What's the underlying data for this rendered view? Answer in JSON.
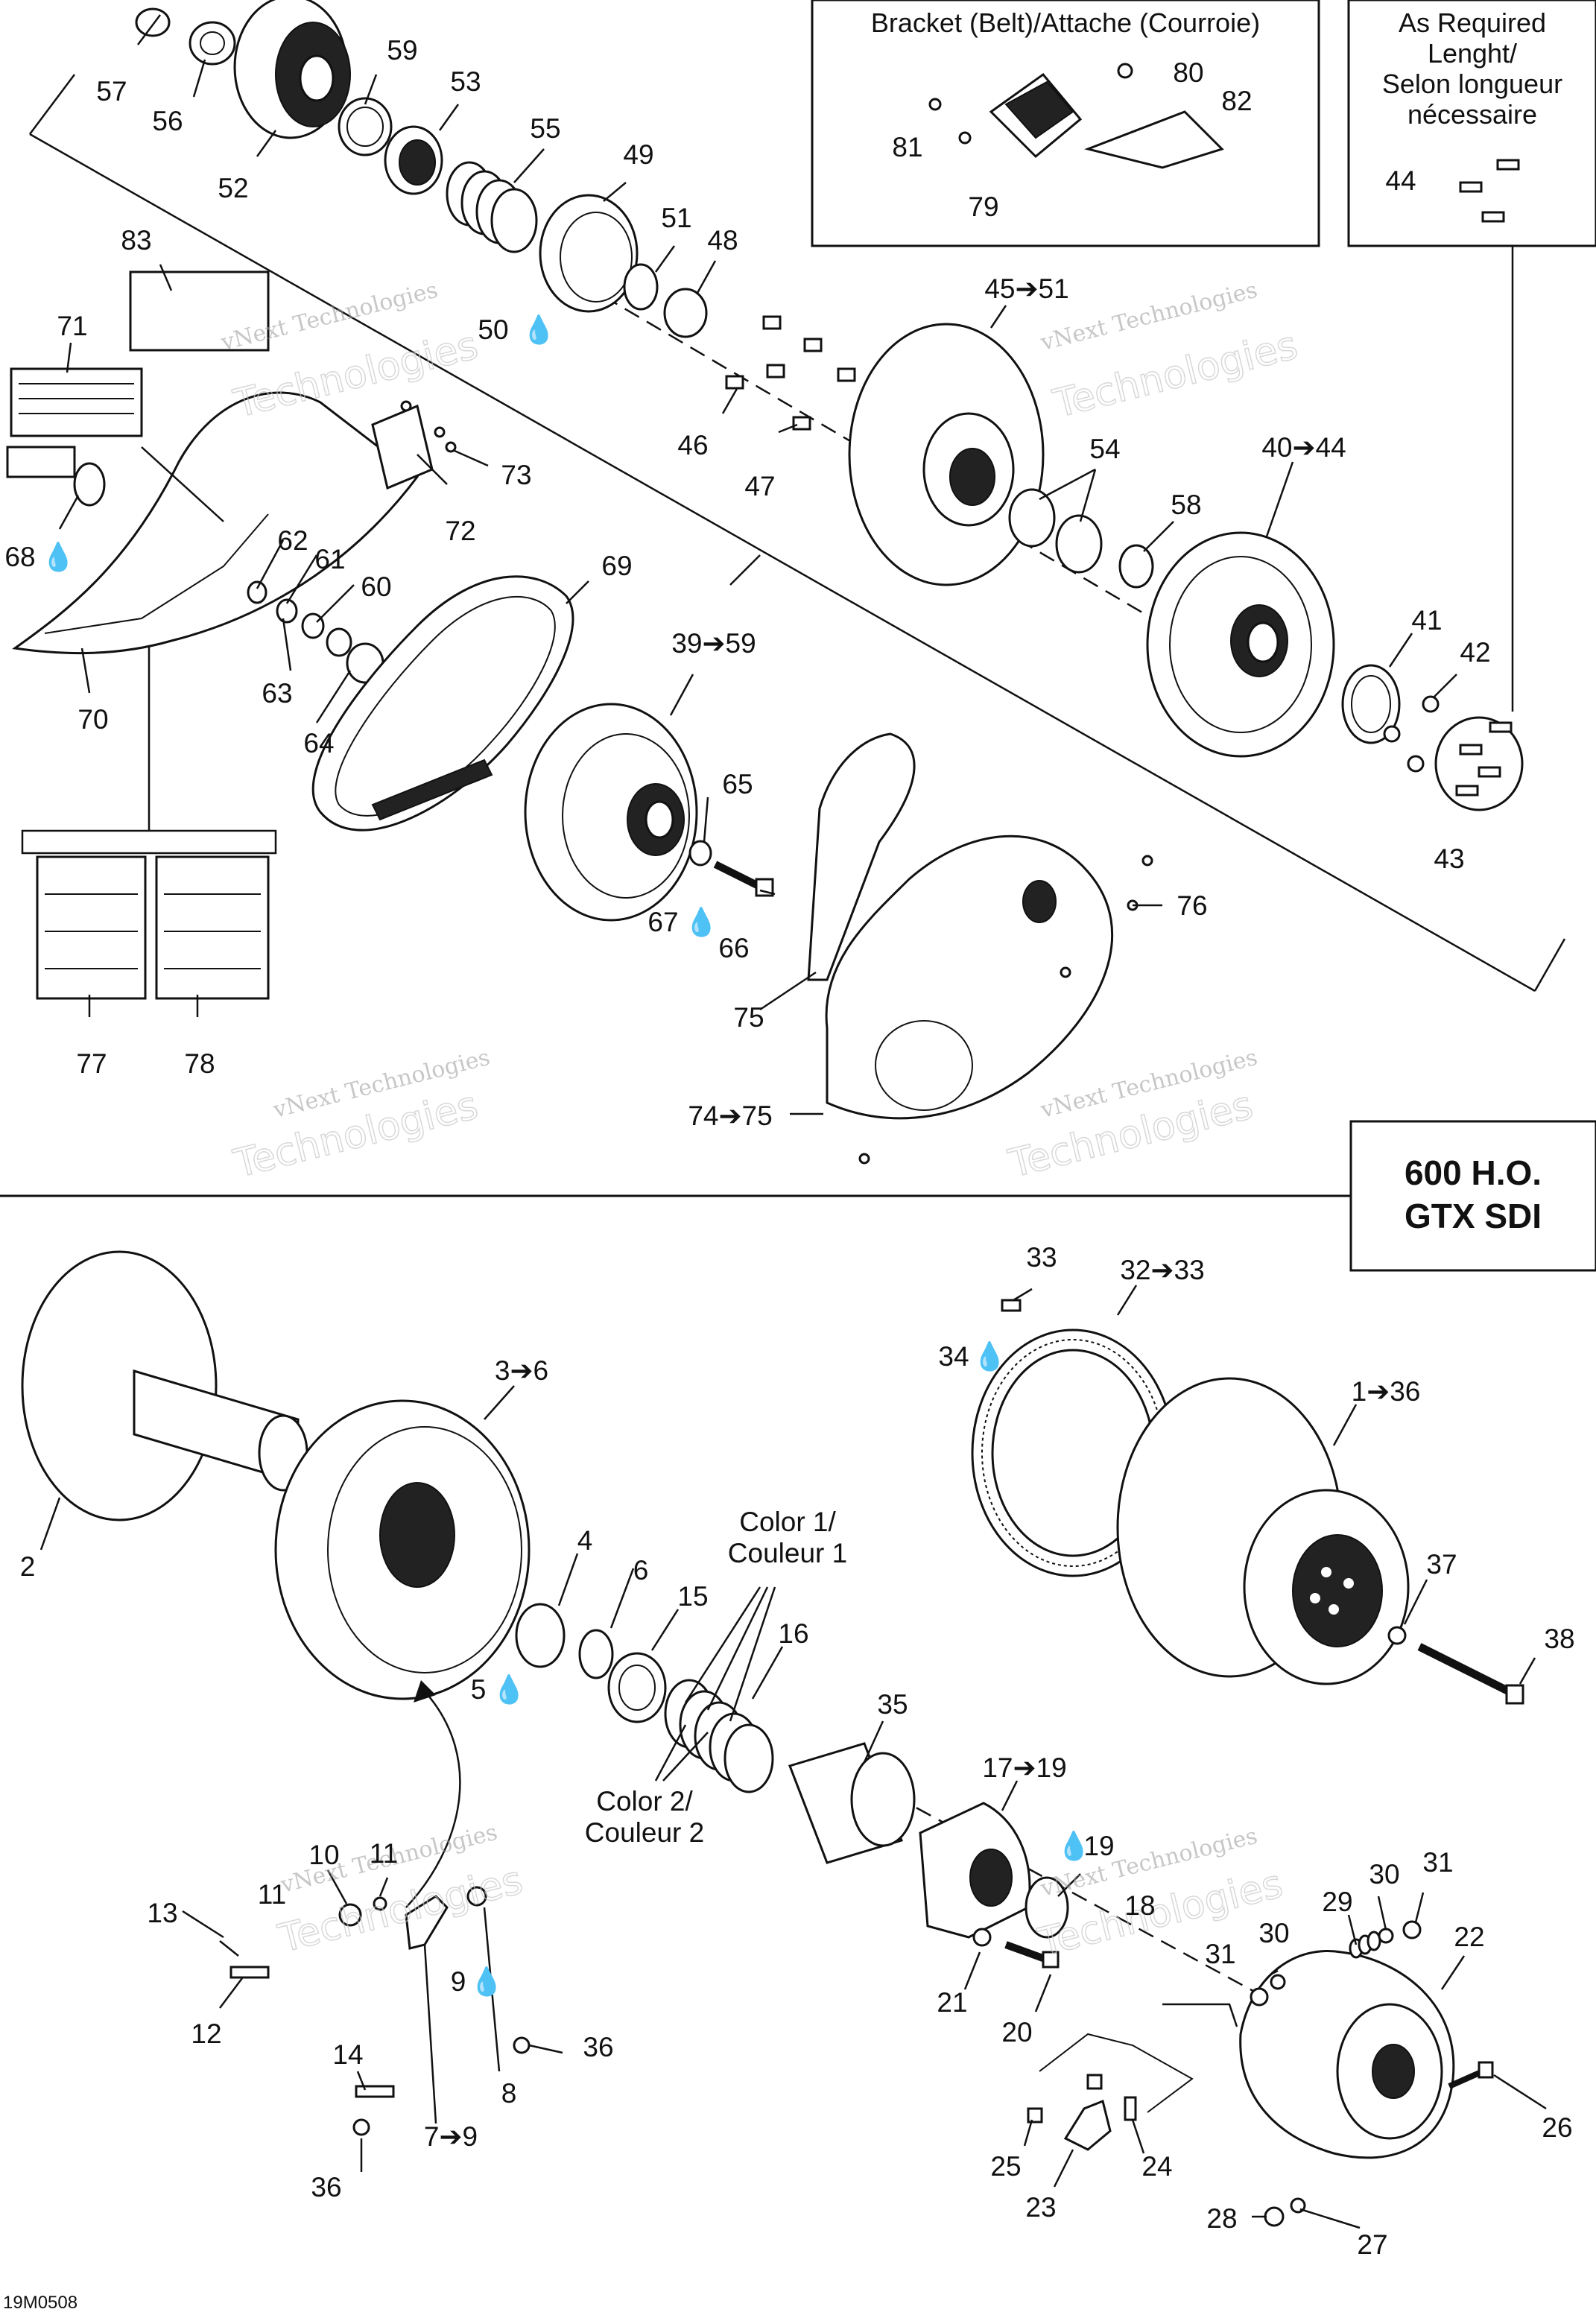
{
  "figure_code": "19M0508",
  "model_box": {
    "line1": "600 H.O.",
    "line2": "GTX SDI"
  },
  "bracket_box": {
    "title": "Bracket (Belt)/Attache (Courroie)"
  },
  "required_box": {
    "line1": "As Required",
    "line2": "Lenght/",
    "line3": "Selon longueur",
    "line4": "nécessaire"
  },
  "color_labels": {
    "color1_line1": "Color 1/",
    "color1_line2": "Couleur 1",
    "color2_line1": "Color 2/",
    "color2_line2": "Couleur 2"
  },
  "watermark": {
    "line1": "vNext Technologies",
    "line2": "Technologies"
  },
  "callouts": {
    "c57": "57",
    "c56": "56",
    "c52": "52",
    "c59": "59",
    "c53": "53",
    "c55": "55",
    "c49": "49",
    "c51": "51",
    "c48": "48",
    "c50": "50",
    "c45_51": "45➔51",
    "c80": "80",
    "c82": "82",
    "c81": "81",
    "c79": "79",
    "c44": "44",
    "c83": "83",
    "c71": "71",
    "c68": "68",
    "c70": "70",
    "c72": "72",
    "c73": "73",
    "c46": "46",
    "c47": "47",
    "c54": "54",
    "c40_44": "40➔44",
    "c58": "58",
    "c62": "62",
    "c61": "61",
    "c60": "60",
    "c63": "63",
    "c64": "64",
    "c69": "69",
    "c39_59": "39➔59",
    "c41": "41",
    "c42": "42",
    "c43": "43",
    "c65": "65",
    "c67": "67",
    "c66": "66",
    "c76": "76",
    "c75": "75",
    "c74_75": "74➔75",
    "c77": "77",
    "c78": "78",
    "c33": "33",
    "c32_33": "32➔33",
    "c34": "34",
    "c1_36": "1➔36",
    "c3_6": "3➔6",
    "c2": "2",
    "c4": "4",
    "c6": "6",
    "c15": "15",
    "c16": "16",
    "c5": "5",
    "c37": "37",
    "c38": "38",
    "c35": "35",
    "c17_19": "17➔19",
    "c19": "19",
    "c18": "18",
    "c10": "10",
    "c11a": "11",
    "c11b": "11",
    "c13": "13",
    "c12": "12",
    "c9": "9",
    "c36a": "36",
    "c14": "14",
    "c8": "8",
    "c7_9": "7➔9",
    "c36b": "36",
    "c21": "21",
    "c20": "20",
    "c29": "29",
    "c30a": "30",
    "c31a": "31",
    "c30b": "30",
    "c31b": "31",
    "c22": "22",
    "c25": "25",
    "c24": "24",
    "c23": "23",
    "c26": "26",
    "c28": "28",
    "c27": "27"
  }
}
